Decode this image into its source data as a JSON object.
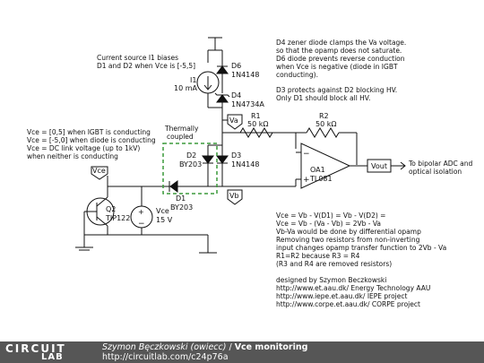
{
  "notes": {
    "i1_note": [
      "Current source I1 biases",
      "D1 and D2 when Vce is [-5,5]"
    ],
    "vce_note": [
      "Vce = [0,5] when IGBT is conducting",
      "Vce = [-5,0] when diode is conducting",
      "Vce = DC link voltage (up to 1kV)",
      "when neither is conducting"
    ],
    "d4_note": [
      "D4 zener diode clamps the Va voltage.",
      "so that the opamp does not saturate.",
      "D6 diode prevents reverse conduction",
      "when Vce is negative (diode in IGBT",
      "conducting)."
    ],
    "d3_note": [
      "D3 protects against D2 blocking HV.",
      "Only D1 should block all HV."
    ],
    "thermal_note": [
      "Thermally",
      "coupled"
    ],
    "output_note": [
      "To bipolar ADC and",
      "optical isolation"
    ],
    "equation_note": [
      "Vce = Vb - V(D1) = Vb - V(D2) =",
      "Vce = Vb - (Va - Vb) = 2Vb - Va",
      "Vb-Va would be done by differential opamp",
      "Removing two resistors from non-inverting",
      "input changes opamp transfer function to 2Vb - Va",
      "R1=R2 because R3 = R4",
      "(R3 and R4 are removed resistors)"
    ],
    "credits": [
      "designed by Szymon Beczkowski",
      "http://www.et.aau.dk/ Energy Technology AAU",
      "http://www.iepe.et.aau.dk/ IEPE project",
      "http://www.corpe.et.aau.dk/ CORPE project"
    ]
  },
  "components": {
    "i1": {
      "name": "I1",
      "value": "10 mA"
    },
    "d6": {
      "name": "D6",
      "value": "1N4148"
    },
    "d4": {
      "name": "D4",
      "value": "1N4734A"
    },
    "r1": {
      "name": "R1",
      "value": "50 kΩ"
    },
    "r2": {
      "name": "R2",
      "value": "50 kΩ"
    },
    "d2": {
      "name": "D2",
      "value": "BY203"
    },
    "d3": {
      "name": "D3",
      "value": "1N4148"
    },
    "d1": {
      "name": "D1",
      "value": "BY203"
    },
    "q2": {
      "name": "Q2",
      "value": "TIP122"
    },
    "vce_src": {
      "name": "Vce",
      "value": "15 V"
    },
    "oa1": {
      "name": "OA1",
      "value": "TL081"
    }
  },
  "nets": {
    "va": "Va",
    "vb": "Vb",
    "vce": "Vce",
    "vout": "Vout"
  },
  "footer": {
    "logo_top": "CIRCUIT",
    "logo_bottom": "LAB",
    "author": "Szymon Bęczkowski (owiecc)",
    "separator": " / ",
    "title": "Vce monitoring",
    "url": "http://circuitlab.com/c24p76a"
  }
}
